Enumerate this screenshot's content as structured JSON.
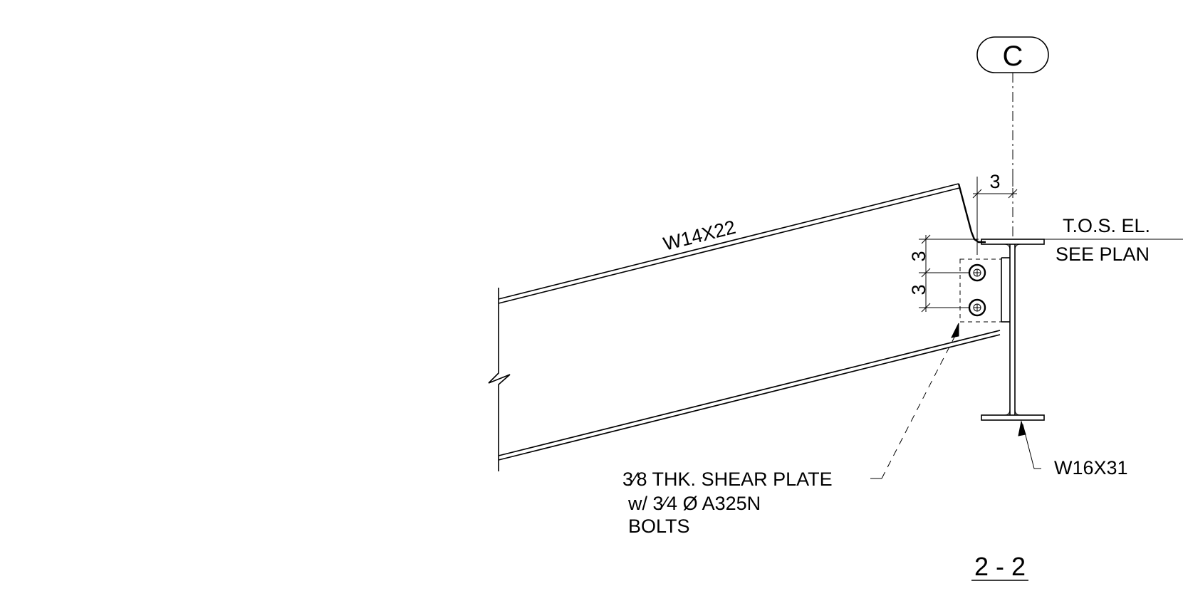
{
  "grid_bubble": {
    "label": "C"
  },
  "beam": {
    "label": "W14X22"
  },
  "column_member": {
    "label": "W16X31"
  },
  "elevation_note": {
    "line1": "T.O.S. EL.",
    "line2": "SEE PLAN"
  },
  "dimensions": {
    "horizontal": "3",
    "vertical_top": "3",
    "vertical_bottom": "3"
  },
  "shear_plate_note": {
    "fraction_thickness": "3⁄8",
    "line1_rest": " THK. SHEAR PLATE",
    "line2_prefix": "w/ ",
    "fraction_bolt": "3⁄4",
    "line2_rest": " Ø A325N",
    "line3": "BOLTS"
  },
  "section_title": "2 - 2"
}
